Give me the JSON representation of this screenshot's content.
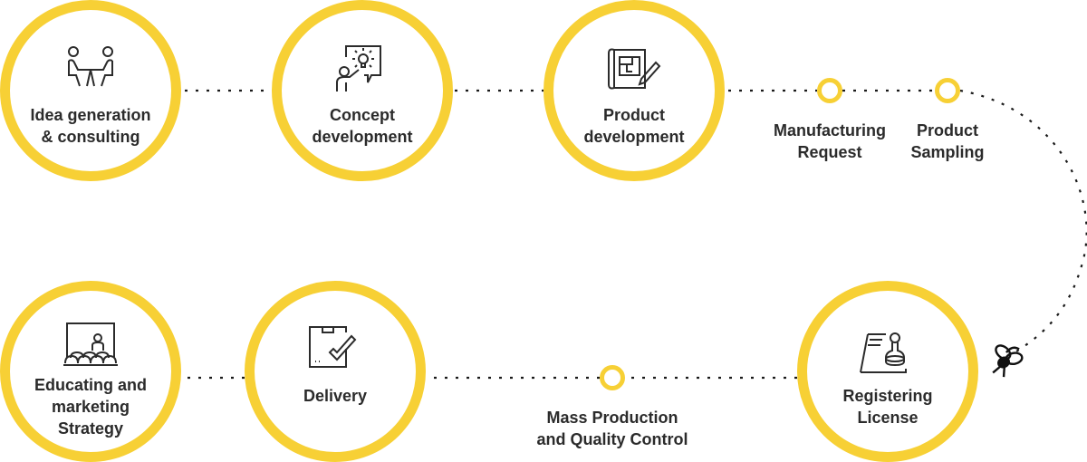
{
  "colors": {
    "accent": "#f7d035",
    "text": "#2b2b2b",
    "connector": "#1a1a1a"
  },
  "steps": [
    {
      "label_line1": "Idea generation",
      "label_line2": "& consulting",
      "icon": "meeting-icon"
    },
    {
      "label_line1": "Concept",
      "label_line2": "development",
      "icon": "presentation-idea-icon"
    },
    {
      "label_line1": "Product",
      "label_line2": "development",
      "icon": "blueprint-pencil-icon"
    },
    {
      "label_line1": "Manufacturing",
      "label_line2": "Request",
      "icon": "milestone-ring"
    },
    {
      "label_line1": "Product",
      "label_line2": "Sampling",
      "icon": "milestone-ring"
    },
    {
      "label_line1": "Registering",
      "label_line2": "License",
      "icon": "stamp-document-icon"
    },
    {
      "label_line1": "Mass Production",
      "label_line2": "and Quality Control",
      "icon": "milestone-ring"
    },
    {
      "label_line1": "Delivery",
      "icon": "box-check-icon"
    },
    {
      "label_line1": "Educating and",
      "label_line2": "marketing",
      "label_line3": "Strategy",
      "icon": "audience-icon"
    }
  ],
  "decoration": {
    "icon": "bee-icon"
  }
}
